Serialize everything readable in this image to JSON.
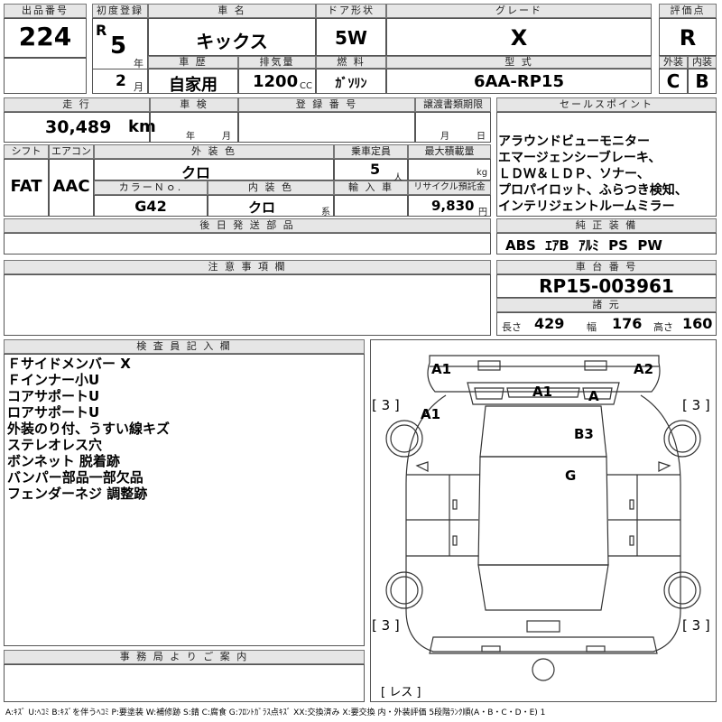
{
  "header": {
    "lot_no_label": "出品番号",
    "lot_no": "224",
    "first_reg_label": "初度登録",
    "era": "R",
    "year_num": "5",
    "year_unit": "年",
    "month_num": "2",
    "month_unit": "月",
    "name_label": "車 名",
    "name": "キックス",
    "door_label": "ドア形状",
    "door": "5W",
    "grade_label": "グレード",
    "grade": "X",
    "score_label": "評価点",
    "score": "R",
    "history_label": "車 歴",
    "history": "自家用",
    "displacement_label": "排気量",
    "displacement": "1200",
    "cc": "CC",
    "fuel_label": "燃 料",
    "fuel": "ｶﾞｿﾘﾝ",
    "model_label": "型 式",
    "model": "6AA-RP15",
    "ext_label": "外装",
    "ext": "C",
    "int_label": "内装",
    "int": "B"
  },
  "row2": {
    "mileage_label": "走 行",
    "mileage": "30,489",
    "km": "km",
    "inspection_label": "車 検",
    "year": "年",
    "month": "月",
    "reg_label": "登 録 番 号",
    "transfer_label": "譲渡書類期限",
    "t_month": "月",
    "t_day": "日",
    "sales_label": "セールスポイント",
    "sales_points": [
      "アラウンドビューモニター",
      "エマージェンシーブレーキ、",
      "ＬＤＷ＆ＬＤＰ、ソナー、",
      "プロパイロット、ふらつき検知、",
      "インテリジェントルームミラー"
    ]
  },
  "row3": {
    "shift_label": "シフト",
    "shift": "FAT",
    "ac_label": "エアコン",
    "ac": "AAC",
    "color_label": "外 装 色",
    "color": "クロ",
    "capacity_label": "乗車定員",
    "capacity": "5",
    "person": "人",
    "load_label": "最大積載量",
    "kg": "kg",
    "color_no_label": "カラーＮｏ.",
    "color_no": "G42",
    "int_color_label": "内 装 色",
    "int_color": "クロ",
    "kei": "系",
    "import_label": "輸 入 車",
    "recycle_label": "リサイクル預託金",
    "recycle": "9,830",
    "yen": "円"
  },
  "options": {
    "later_label": "後 日 発 送 部 品",
    "equip_label": "純 正 装 備",
    "equip": "ABS  ｴｱB  ｱﾙﾐ  PS  PW"
  },
  "caution_label": "注 意 事 項 欄",
  "chassis": {
    "label": "車 台 番 号",
    "value": "RP15-003961",
    "dims_label": "諸 元",
    "len_label": "長さ",
    "len": "429",
    "wid_label": "幅",
    "wid": "176",
    "hgt_label": "高さ",
    "hgt": "160"
  },
  "inspector": {
    "label": "検 査 員 記 入 欄",
    "notes": [
      "Ｆサイドメンバー X",
      "Ｆインナー小U",
      "コアサポートU",
      "ロアサポートU",
      "外装のり付、うすい線キズ",
      "ステレオレス穴",
      "ボンネット 脱着跡",
      "バンパー部品一部欠品",
      "フェンダーネジ 調整跡"
    ]
  },
  "office_label": "事 務 局 よ り ご 案 内",
  "diagram": {
    "tags": [
      "A1",
      "A2",
      "A1",
      "A",
      "A1",
      "B3",
      "G"
    ],
    "tire_depths": [
      "[ 3 ]",
      "[ 3 ]",
      "[ 3 ]",
      "[ 3 ]"
    ],
    "spare": "[ レス ]"
  },
  "legend": "A:ｷｽﾞ U:ﾍｺﾐ B:ｷｽﾞを伴うﾍｺﾐ P:要塗装 W:補修跡 S:錆 C:腐食 G:ﾌﾛﾝﾄｶﾞﾗｽ点ｷｽﾞ XX:交換済み X:要交換  内・外装評価 5段階ﾗﾝｸ順(A・B・C・D・E) 1"
}
